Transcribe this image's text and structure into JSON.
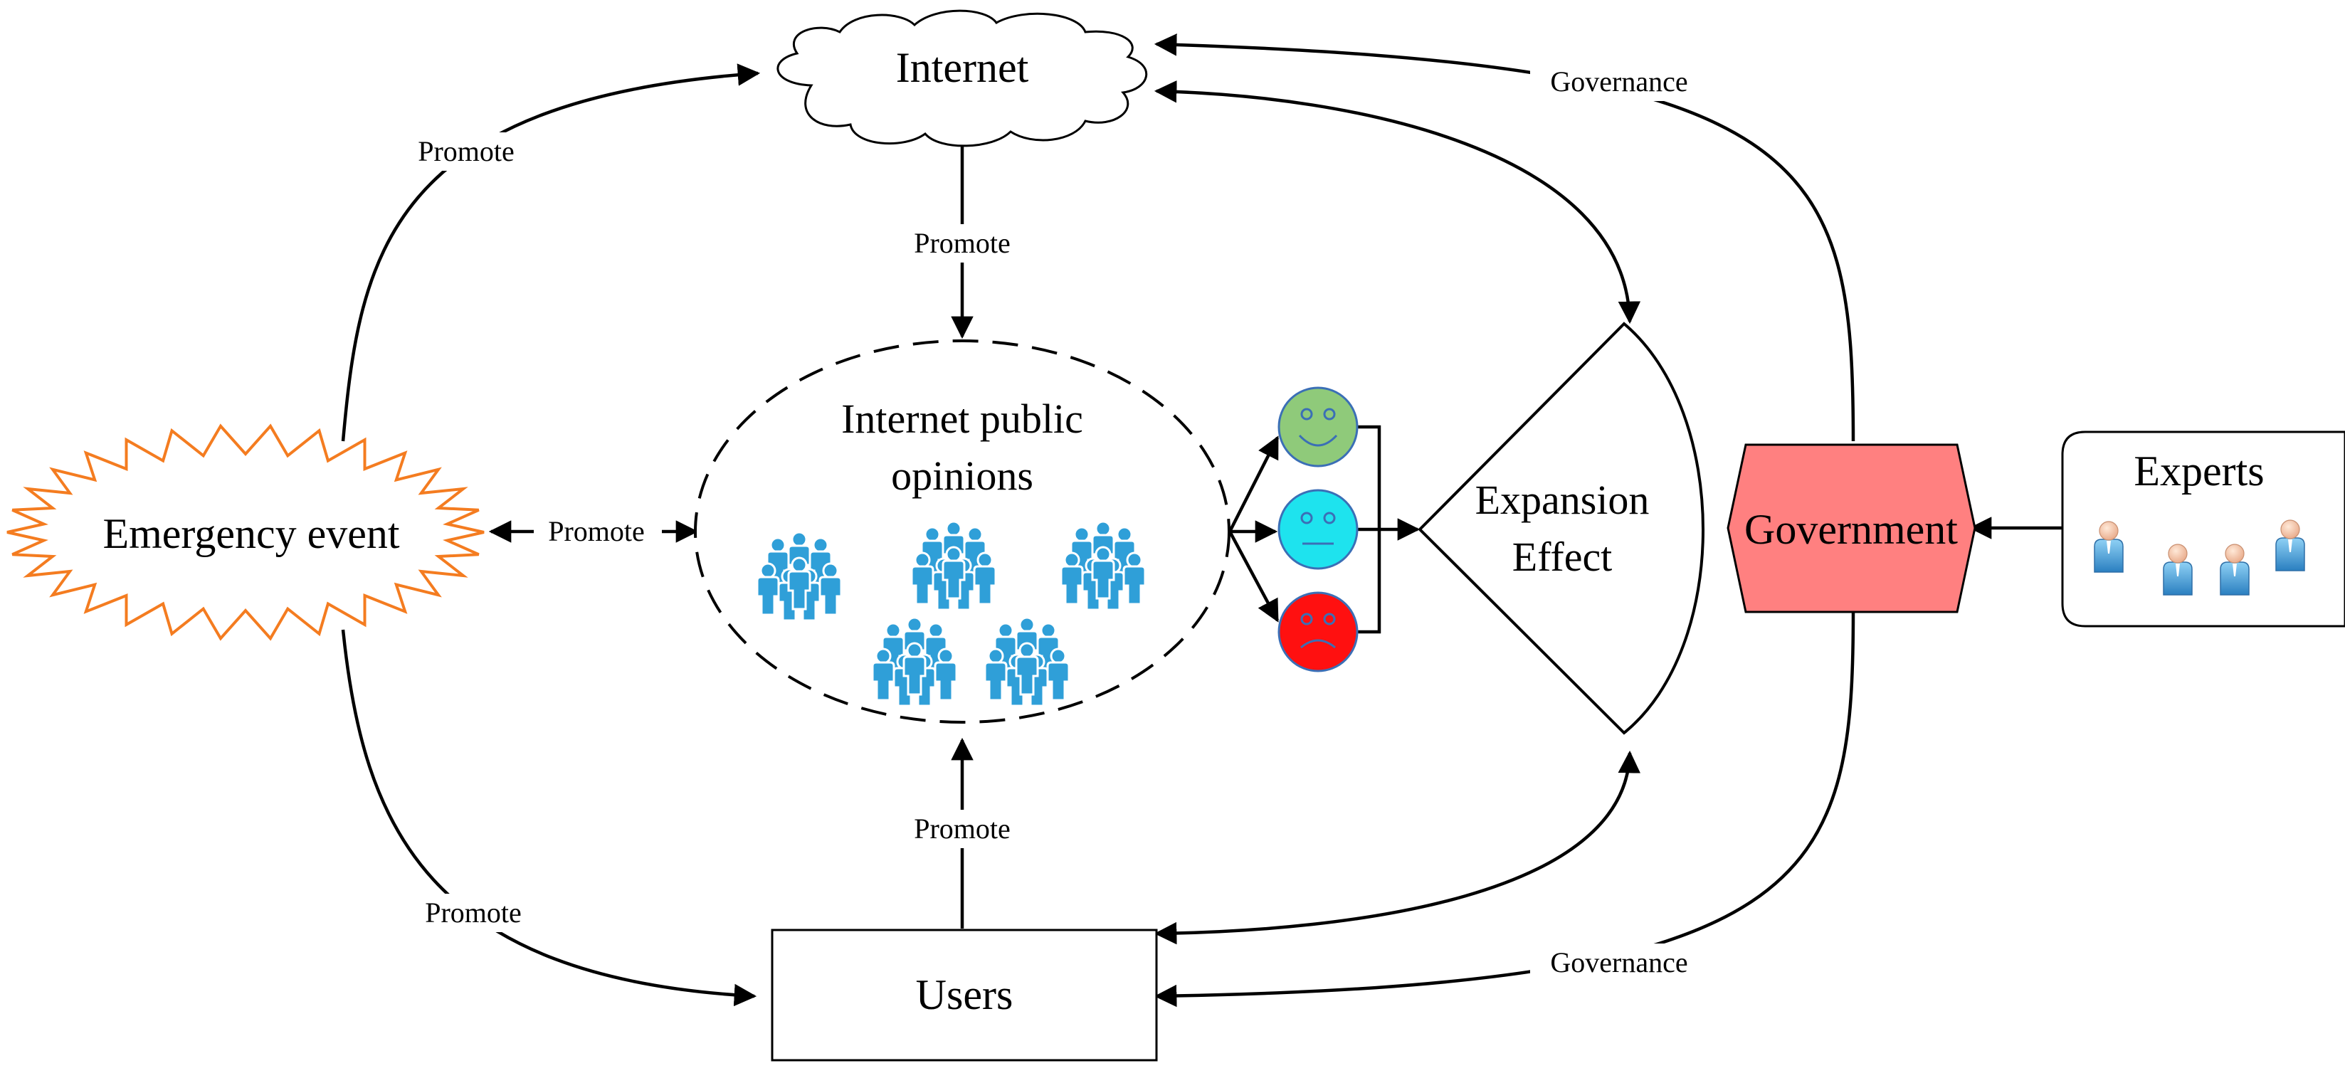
{
  "nodes": {
    "internet": "Internet",
    "public_opinion_line1": "Internet public",
    "public_opinion_line2": "opinions",
    "emergency": "Emergency event",
    "users": "Users",
    "expansion_line1": "Expansion",
    "expansion_line2": "Effect",
    "government": "Government",
    "experts": "Experts"
  },
  "edge_labels": {
    "emergency_to_internet": "Promote",
    "internet_to_opinions": "Promote",
    "emergency_opinions": "Promote",
    "users_to_opinions": "Promote",
    "emergency_to_users": "Promote",
    "government_to_internet": "Governance",
    "government_to_users": "Governance"
  },
  "icons": {
    "crowd": "crowd-icon",
    "happy": "happy-face-icon",
    "neutral": "neutral-face-icon",
    "sad": "sad-face-icon",
    "expert": "expert-person-icon"
  },
  "colors": {
    "emergency_outline": "#f47c20",
    "government_fill": "#ff8080",
    "happy_face": "#8fca7a",
    "neutral_face": "#1ee3ee",
    "sad_face": "#ff1010",
    "crowd": "#2f9fd8",
    "face_features": "#3b6fb6"
  }
}
